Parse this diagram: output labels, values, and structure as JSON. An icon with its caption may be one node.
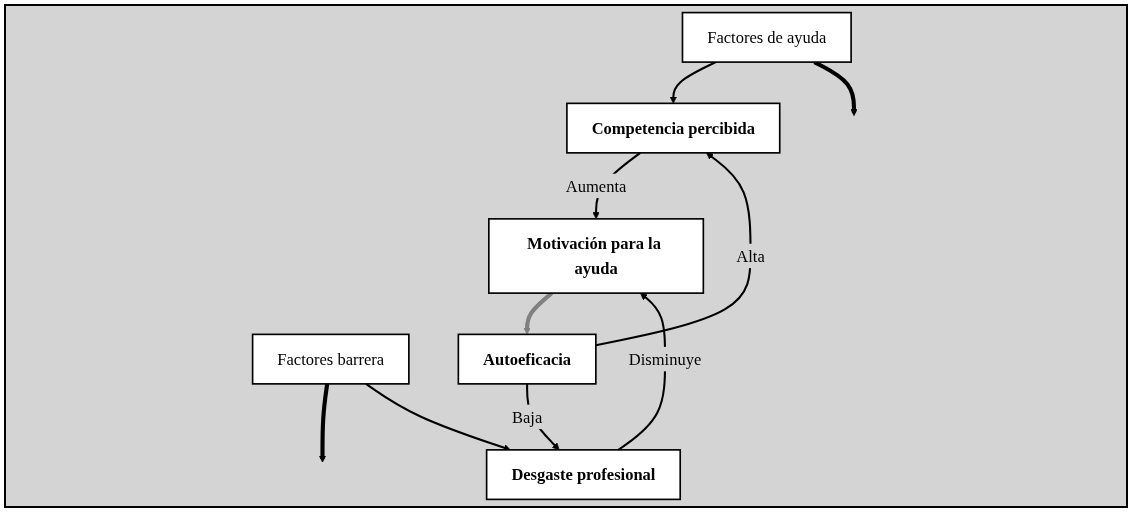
{
  "diagram": {
    "nodes": [
      {
        "text": [
          "Competencia percibida"
        ]
      },
      {
        "text": [
          "Factores de ayuda"
        ]
      },
      {
        "text": [
          "Motivación para la ayuda"
        ]
      },
      {
        "text": [
          "Autoeficacia"
        ]
      },
      {
        "text": [
          "Factores barrera"
        ]
      },
      {
        "text": [
          "Desgaste profesional"
        ]
      }
    ],
    "edges": [
      {
        "from": 0,
        "to": 2,
        "arrow": "to",
        "label": "Aumenta"
      },
      {
        "from": 3,
        "to": 0,
        "arrow": "to",
        "label": "Alta"
      },
      {
        "from": 1,
        "to": 0,
        "arrow": "to"
      },
      {
        "from": 1,
        "to": null,
        "arrow": "to",
        "style": "thick"
      },
      {
        "from": 2,
        "to": 3,
        "arrow": "to",
        "style": "thick",
        "color": "#808080"
      },
      {
        "from": 4,
        "to": null,
        "arrow": "to",
        "style": "thick"
      },
      {
        "from": 4,
        "to": 5,
        "arrow": "to"
      },
      {
        "from": 3,
        "to": 5,
        "arrow": "to",
        "label": "Baja"
      },
      {
        "from": 5,
        "to": 2,
        "arrow": "to",
        "label": "Disminuye"
      }
    ]
  }
}
